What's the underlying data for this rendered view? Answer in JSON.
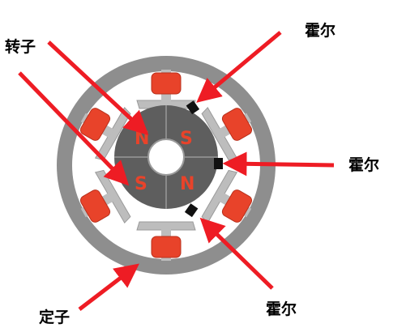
{
  "labels": {
    "rotor": "转子",
    "stator": "定子",
    "hall_top": "霍尔",
    "hall_right": "霍尔",
    "hall_bottom": "霍尔"
  },
  "rotor_poles": {
    "top_left": "N",
    "top_right": "S",
    "bottom_left": "S",
    "bottom_right": "N"
  },
  "colors": {
    "arrow": "#ee1c24",
    "pole_text": "#e8432a",
    "stator_outer": "#8e8e8e",
    "stator_inner": "#bdbdbd",
    "coil": "#e8432a",
    "rotor": "#5e5e5e",
    "hall_sensor": "#111111"
  },
  "icons": {
    "arrow": "red-arrow-icon",
    "hall_sensor": "hall-sensor-icon",
    "coil": "stator-coil-icon"
  }
}
